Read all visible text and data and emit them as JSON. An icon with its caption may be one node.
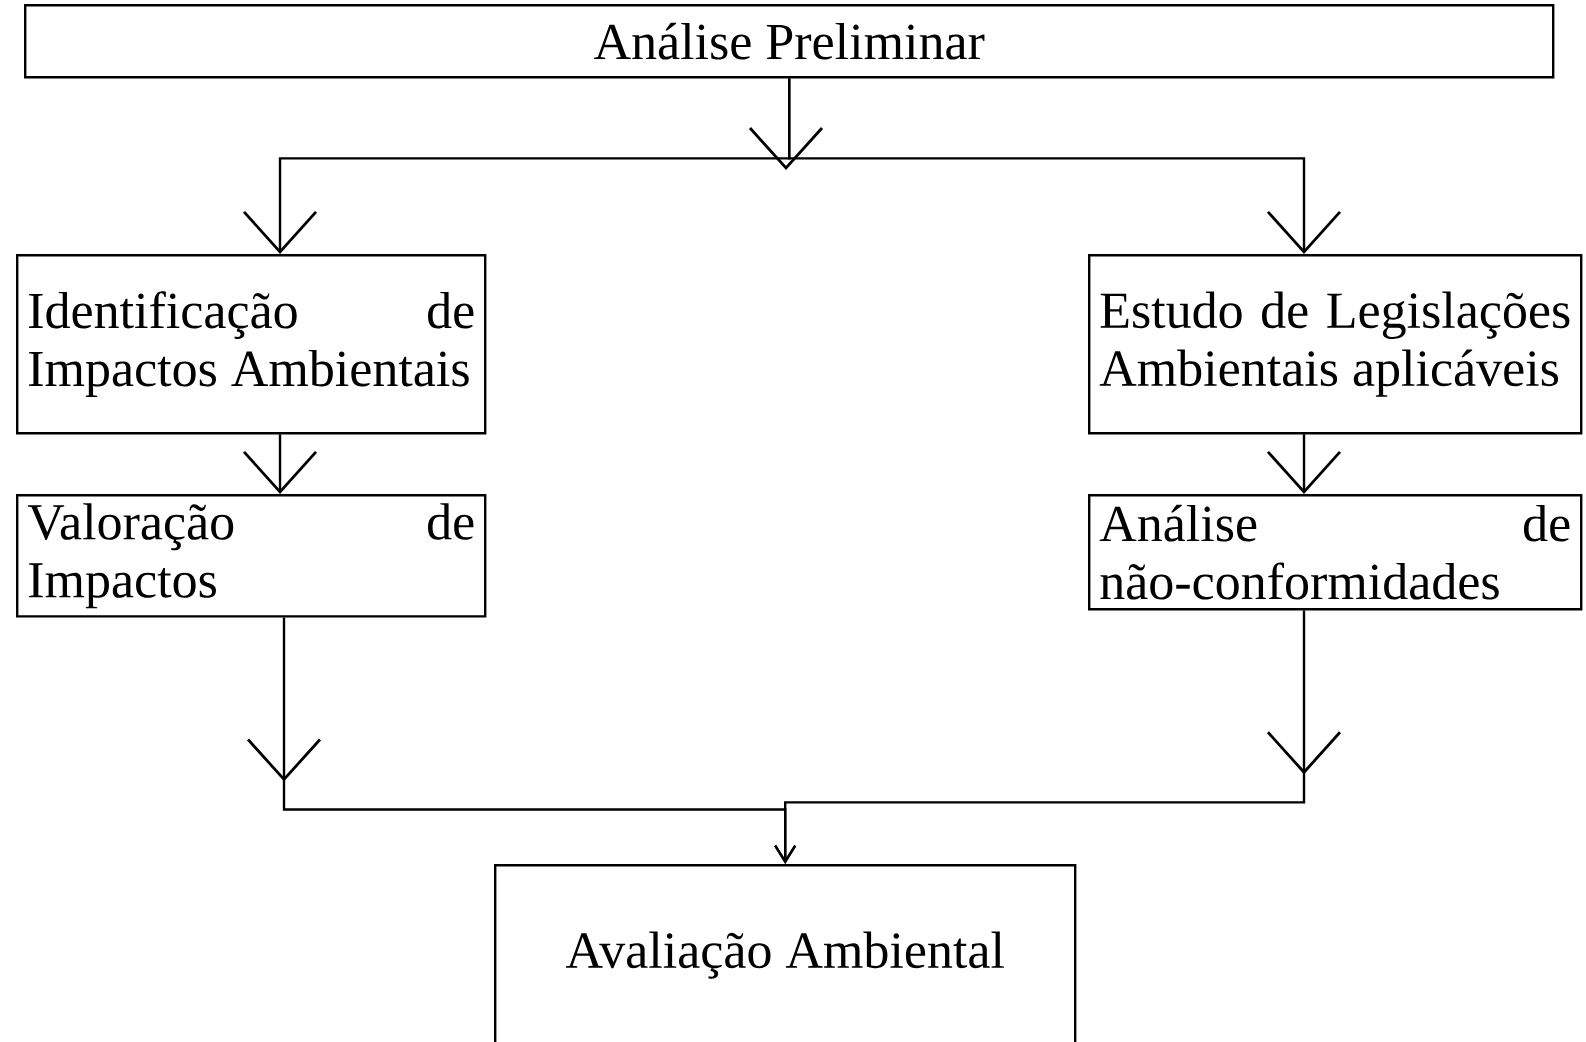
{
  "diagram": {
    "nodes": [
      {
        "text": [
          "Análise Preliminar"
        ]
      },
      {
        "text": [
          "Identificação de Impactos Ambientais"
        ]
      },
      {
        "text": [
          "Estudo de Legislações Ambientais aplicáveis"
        ]
      },
      {
        "text": [
          "Valoração de Impactos"
        ]
      },
      {
        "text": [
          "Análise de não-conformidades"
        ]
      },
      {
        "text": [
          "Avaliação Ambiental"
        ]
      }
    ],
    "edges": [
      {
        "from": 0,
        "to": 1,
        "arrow": "to"
      },
      {
        "from": 0,
        "to": 2,
        "arrow": "to"
      },
      {
        "from": 1,
        "to": 3,
        "arrow": "to"
      },
      {
        "from": 2,
        "to": 4,
        "arrow": "to"
      },
      {
        "from": 3,
        "to": 5,
        "arrow": "to"
      },
      {
        "from": 4,
        "to": 5,
        "arrow": "to"
      }
    ]
  }
}
